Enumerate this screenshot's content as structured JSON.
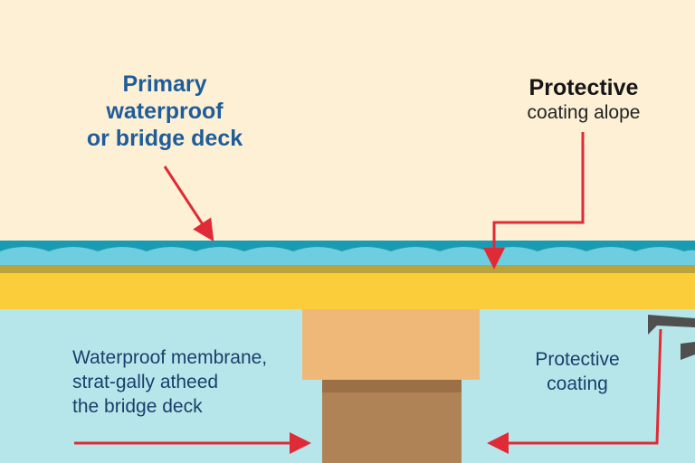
{
  "labels": {
    "primary": {
      "line1": "Primary",
      "line2": "waterproof",
      "line3": "or bridge deck"
    },
    "protective_top": {
      "line1": "Protective",
      "line2": "coating alope"
    },
    "membrane": {
      "line1": "Waterproof membrane,",
      "line2": "strat-gally atheed",
      "line3": "the bridge deck"
    },
    "coating_bottom": {
      "line1": "Protective",
      "line2": "coating"
    }
  },
  "colors": {
    "sky": "#fdf0d5",
    "water_dark": "#1a9bb4",
    "water_light": "#6fcde0",
    "stripe": "#b9a43c",
    "deck": "#fbcd3a",
    "lower_background": "#b7e6ea",
    "pier_cap": "#f0b878",
    "pier_column": "#b08357",
    "arrow": "#e02a36",
    "bracket": "#4f4f4f"
  }
}
